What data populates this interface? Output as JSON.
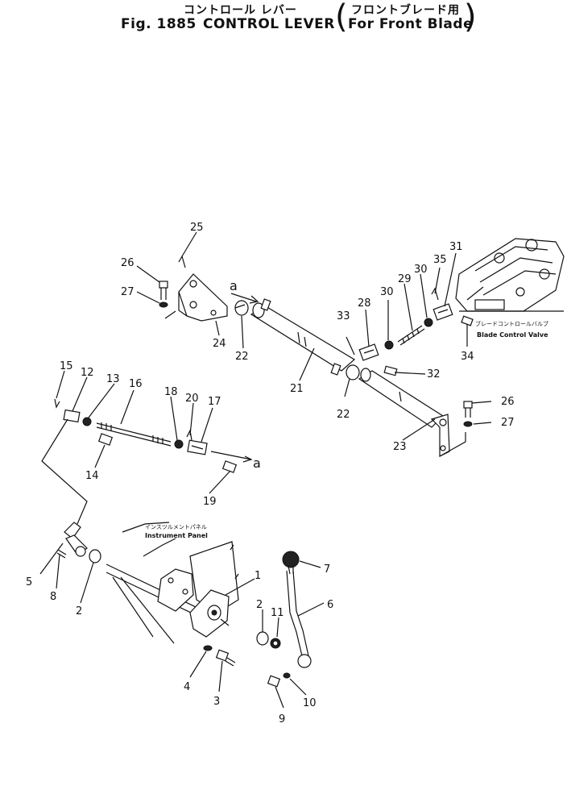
{
  "header": {
    "title_jp": "コントロール レバー",
    "subtitle_jp": "フロントブレード用",
    "fig_label": "Fig. 1885",
    "title_en": "CONTROL LEVER",
    "subtitle_en": "For Front Blade"
  },
  "annotations": {
    "blade_valve_jp": "ブレードコントロールバルブ",
    "blade_valve_en": "Blade Control Valve",
    "instrument_panel_jp": "インスツルメントパネル",
    "instrument_panel_en": "Instrument Panel",
    "ref_a": "a"
  },
  "callouts": [
    "1",
    "2",
    "2",
    "3",
    "4",
    "5",
    "6",
    "7",
    "8",
    "9",
    "10",
    "11",
    "12",
    "13",
    "14",
    "15",
    "16",
    "17",
    "18",
    "19",
    "20",
    "21",
    "22",
    "22",
    "23",
    "24",
    "25",
    "26",
    "26",
    "27",
    "27",
    "28",
    "29",
    "30",
    "30",
    "31",
    "32",
    "33",
    "34",
    "35"
  ]
}
